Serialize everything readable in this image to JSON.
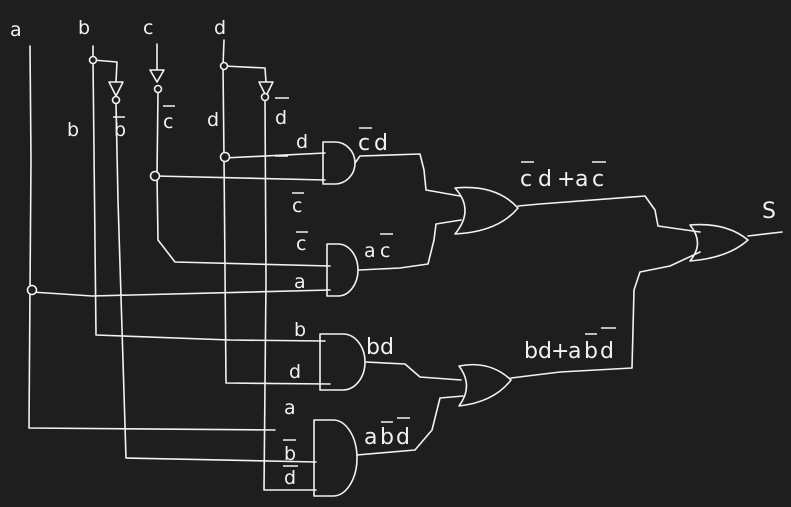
{
  "inputs": {
    "a": "a",
    "b": "b",
    "c": "c",
    "d": "d"
  },
  "branch_labels": {
    "b": "b",
    "b_not": "b",
    "c_not": "c",
    "d": "d",
    "d_not": "d"
  },
  "gate_inputs": {
    "and1_d": "d",
    "and1_cnot": "c",
    "and2_cnot": "c",
    "and2_a": "a",
    "and3_b": "b",
    "and3_d": "d",
    "and4_a": "a",
    "and4_bnot": "b",
    "and4_dnot": "d"
  },
  "terms": {
    "and1": {
      "left": "c",
      "right": "d"
    },
    "and2": {
      "left": "a",
      "right": "c"
    },
    "and3": "bd",
    "and4": {
      "a": "a",
      "b": "b",
      "d": "d"
    }
  },
  "sums": {
    "or1": {
      "p1a": "c",
      "p1b": "d",
      "plus": "+",
      "p2a": "a",
      "p2b": "c"
    },
    "or2": {
      "p1": "bd",
      "plus": "+",
      "p2a": "a",
      "p2b": "b",
      "p2c": "d"
    }
  },
  "output": "S"
}
